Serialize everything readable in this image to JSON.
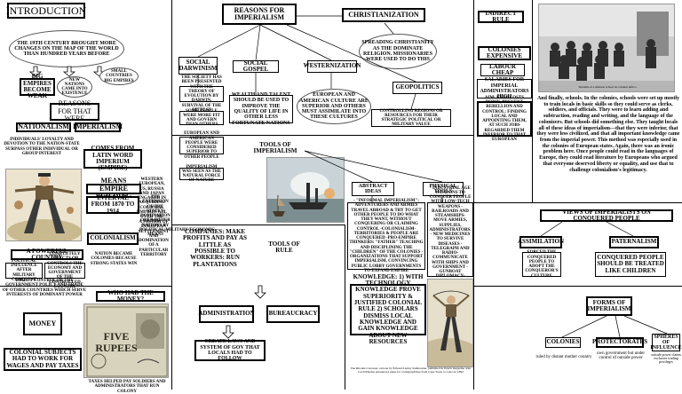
{
  "intro": {
    "title": "INTRODUCTION",
    "century": "THE 19TH CENTURY BROUGHT MORE CHANGES ON THE MAP OF THE WORLD THAN HUNDRED YEARS BEFORE",
    "big_empires": "BIG EMPIRES BECOME WEAK",
    "new_nations": "NEW NATIONS CAME INTO EXISTENCE",
    "small_countries": "SMALL COUNTRIES BIG EMPIRES",
    "reasons": "REASONS FOR THAT WERE",
    "nationalism": "NATIONALISM",
    "imperialism": "IMPERIALISM",
    "nationalism_def": "INDIVIDUALS' LOYALTY AND DEVOTION TO THE NATION-STATE SURPASS OTHER INDIVIDUAL OR GROUP INTEREST",
    "imperialism_origin": "COMES FROM LATIN WORD IMPERIUM (EMPIRE)",
    "empire_building": "MEANS EMPIRE BUILDING",
    "interval": "INTERVAL FROM 1870 TO 1914",
    "western_europe": "WESTERN EUROPEAN, US, RUSSIA AND JAPAN ENGAGED IN ACQUIRING COLONIAL EMPIRES ALL OVER THE GLOBE",
    "term_1870": "THE EXTENSION OF THE STATE'S DOMINATION OVER OTHER NATIONS BY POLITICAL/MILITARY/ECONOMIC MEANS",
    "colonialism": "COLONIALISM",
    "colonial_system": "A SYSTEM OF EUROPEAN SETTLEMENT AND DOMINATION OF A PARTICULAR TERRITORY",
    "nation_colonies": "NATION BECAME COLONIES BECAUSE STRONG STATES WIN",
    "powerful_country": "A POWERFUL COUNTRY",
    "political_influence": "POLITICAL INFLUENCE AFTER MILITARY CONQUEST",
    "completely_takes": "COMPLETELY DIRECTS OR CONTROLS THE ECONOMY AND GOVERNMENT OF THE CONTROLLED COUNTRY",
    "bottom_note": "DIRECT CONTROL OF THE GOVERNMENT POLICY AND TRADE OF OTHER COUNTRIES WHICH SERVE INTERESTS OF DOMINANT POWER"
  },
  "reasons": {
    "title": "REASONS FOR IMPERIALISM",
    "christianization": "CHRISTIANIZATION",
    "spreading": "SPREADING CHRISTIANITY AS THE DOMINATE RELIGION. MISSIONARIES WERE USED TO DO THIS",
    "social_darwinism": "SOCIAL DARWINISM",
    "sd_note1": "THE SOCIETY HAS BEEN PRESENTED WITH THE THEORY OF EVOLUTION BY DARWIN, SURVIVAL OF THE FITTEST",
    "sd_note2": "SOME PEOPLE WERE MORE FIT AND GOVERN THAN OTHERS",
    "sd_note3": "EUROPEAN AND AMERICAN PEOPLE WERE CONSIDERED SUPERIOR TO OTHER PEOPLE",
    "sd_note4": "IMPERIALISM WAS SEEN AS THE NATURAL FORCE OF NATURE",
    "social_gospel": "SOCIAL GOSPEL",
    "sg_note": "WEALTH AND TALENT SHOULD BE USED TO IMPROVE THE QUALITY OF LIFE IN OTHER LESS FORTUNATE NATIONS",
    "westernization": "WESTERNIZATION",
    "w_note": "EUROPEAN AND AMERICAN CULTURE ARE SUPERIOR AND OTHERS MUST ASSIMILATE INTO THESE CULTURES",
    "geopolitics": "GEOPOLITICS",
    "g_note": "CONTROLLING REGIONS OR RESOURCES FOR THEIR STRATEGIC POLITICAL OR MILITARY VALUE"
  },
  "tools": {
    "title": "TOOLS OF IMPERIALISM",
    "abstract": "ABSTRACT IDEAS",
    "physical": "PHYSICAL TOOLS",
    "abstract_text": "- \"INFORMAL IMPERIALISM\": ADVENTURERS AND ARMIES TRAVEL ABROAD & TRY TO GET OTHER PEOPLE TO DO WHAT THEY WANT, WITHOUT CONQUERING OR CLAIMING CONTROL -COLONIALISM-TERRITORIES & PEOPLE ARE CONQUERED -PRO-EMPIRE THINKERS: \"FATHER\" TEACHING AND DISCIPLINING THE \"CHILDREN\" OF THE COLONIES -ORGANIZATIONS THAT SUPPORT IMPERIALISM, CONVINCING PUBLIC LOBBY GOVERNMENTS TO EXPAND EMPIRE",
    "physical_text": "- INDUSTRIAL AGE WEAPONS TO CONQUER PEOPLE WITH LOW-TECH WEAPONS - RAILROADS AND STEAMSHIPS- MOVE ARMIES, SUPPLIES, ADMINISTRATORS. - NEW MEDICINES TO SURVIVE DISEASES - TELEGRAPH AND RADIO- COMMUNICATE WITH SHIPS AND GOVERNMENT - GUNBOAT DIPLOMACY- DIPLOMAT BACKED BY FLEET, NAVY",
    "knowledge": "KNOWLEDGE: 1) WITH TECHNOLOGY KNOWLEDGE PROVE SUPERIORITY & JUSTIFIED COLONIAL RULE 2) SCHOLARS DISMISS LOCAL KNOWLEDGE AND GAIN KNOWLEDGE ABOUT NEW RESOURCES",
    "image_caption": "The Rhodes Colossus: cartoon by Edward Linley Sambourne, published in Punch magazine after Cecil Rhodes announced plans for a telegraph line from Cape Town to Cairo in 1892"
  },
  "companies": {
    "text": "COMPANIES: MAKE PROFITS AND PAY AS LITTLE AS POSSIBLE TO WORKERS: RUN PLANTATIONS",
    "tools_of_rule": "TOOLS OF RULE",
    "administration": "ADMINISTRATION",
    "bureaucracy": "BUREAUCRACY",
    "laws": "CREATE LAWS AND SYSTEM OF GOV THAT LOCALS HAD TO FOLLOW"
  },
  "money": {
    "who_had": "WHO HAD THE MONEY?",
    "money": "MONEY",
    "subjects": "COLONIAL SUBJECTS HAD TO WORK FOR WAGES AND PAY TAXES",
    "taxes_note": "TAXES HELPED PAY SOLDIERS AND ADMINISTRATORS THAT RUN COLONY",
    "banknote": "FIVE RUPEES"
  },
  "indirect": {
    "title": "INDIRECT RULE",
    "colonies_expensive": "COLONIES EXPENSIVE",
    "labour_cheap": "LABOUR CHEAP",
    "salaries": "SALARIES FOR IMPERIAL ADMINISTRATORS HIGH",
    "aim": "AIM: KEEP COSTS DOWN, PREVENT REBELLION AND CONTROL: FINDING LOCAL AND APPOINTING THEM, AT SUCH JOBS REGARDED THEM INFERIOR TO THAT EUROPEAN",
    "paragraph": "And finally, schools. In the colonies, schools were set up mostly to train locals in basic skills so they could serve as clerks, soldiers, and officials. They were to learn adding and subtraction, reading and writing, and the language of the colonizers. But schools did something else. They taught locals all of these ideas of imperialism—that they were inferior, that they were less civilized, and that all important knowledge came from the imperial power. This method was especially used in the colonies of European states. Again, there was an ironic problem here. Once people could read in the languages of Europe, they could read literature by Europeans who argued that everyone deserved liberty or equality, and use that to challenge colonialism's legitimacy.",
    "photo_caption": "Students at a mission school in colonial Africa"
  },
  "views": {
    "title": "VIEWS OF IMPERIALISTS ON CONQUERED PEOPLE",
    "assimilation": "ASSIMILATION",
    "assimilation_note": "FORCED THE CONQUERED PEOPLE TO ADOPT THE CONQUEROR'S CULTURE",
    "paternalism": "PATERNALISM",
    "paternalism_note": "CONQUERED PEOPLE SHOULD BE TREATED LIKE CHILDREN"
  },
  "forms": {
    "title": "FORMS OF IMPERIALISM",
    "colonies": "COLONIES",
    "colonies_note": "ruled by distant mother country",
    "protectorates": "PROTECTORATES",
    "protectorates_note": "own government but under control of outside power",
    "spheres": "SPHERES OF INFLUENCE",
    "spheres_note": "outside power claims exclusive trading privileges"
  }
}
